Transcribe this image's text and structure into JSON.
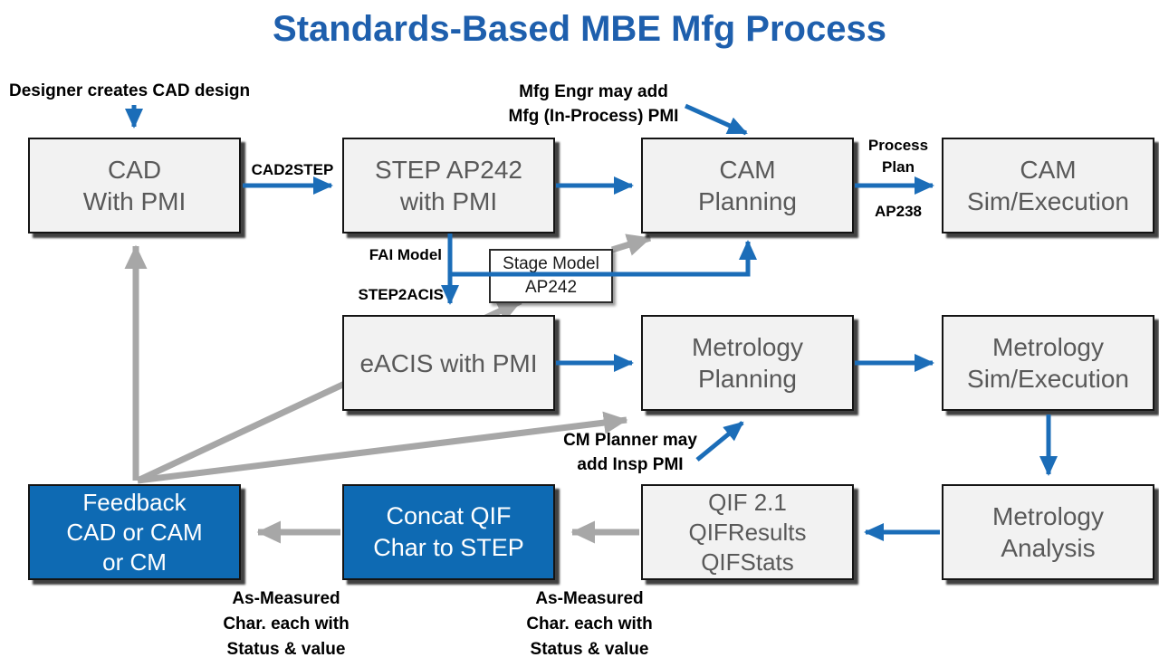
{
  "title": "Standards-Based MBE Mfg Process",
  "colors": {
    "title_blue": "#1e5fad",
    "arrow_blue": "#1b6db8",
    "gray_arrow": "#a7a7a7",
    "blue_box_fill": "#0e6ab3",
    "light_box_fill": "#f2f2f2",
    "box_text_gray": "#595959"
  },
  "boxes": {
    "cad": {
      "lines": [
        "CAD",
        "With PMI"
      ]
    },
    "step": {
      "lines": [
        "STEP AP242",
        "with PMI"
      ]
    },
    "cam_planning": {
      "lines": [
        "CAM",
        "Planning"
      ]
    },
    "cam_sim": {
      "lines": [
        "CAM",
        "Sim/Execution"
      ]
    },
    "eacis": {
      "lines": [
        "eACIS with PMI"
      ]
    },
    "met_planning": {
      "lines": [
        "Metrology",
        "Planning"
      ]
    },
    "met_sim": {
      "lines": [
        "Metrology",
        "Sim/Execution"
      ]
    },
    "feedback": {
      "lines": [
        "Feedback",
        "CAD or CAM",
        "or CM"
      ]
    },
    "concat": {
      "lines": [
        "Concat QIF",
        "Char to STEP"
      ]
    },
    "qif": {
      "lines": [
        "QIF 2.1",
        "QIFResults",
        "QIFStats"
      ]
    },
    "met_analysis": {
      "lines": [
        "Metrology",
        "Analysis"
      ]
    }
  },
  "annotations": {
    "designer": "Designer creates CAD design",
    "cad2step": "CAD2STEP",
    "mfg_engr": [
      "Mfg Engr may add",
      "Mfg (In-Process) PMI"
    ],
    "process_plan": [
      "Process",
      "Plan"
    ],
    "ap238": "AP238",
    "fai_model": "FAI Model",
    "step2acis": "STEP2ACIS",
    "stage_model": [
      "Stage Model",
      "AP242"
    ],
    "cm_planner": [
      "CM Planner may",
      "add Insp PMI"
    ],
    "as_measured": [
      "As-Measured",
      "Char. each with",
      "Status & value"
    ]
  }
}
